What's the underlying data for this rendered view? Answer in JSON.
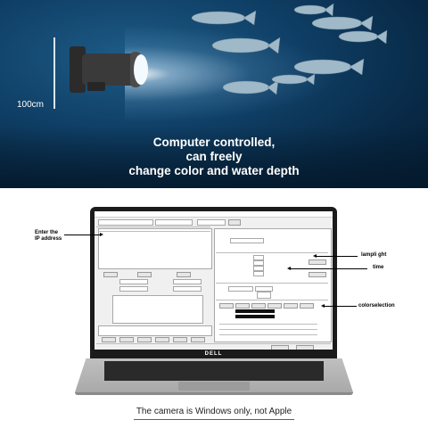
{
  "banner": {
    "depth_label": "100cm",
    "headline_lines": [
      "Computer controlled,",
      "can freely",
      "change color and water depth"
    ]
  },
  "laptop": {
    "brand": "DELL"
  },
  "callouts": {
    "ip": [
      "Enter the",
      "IP address"
    ],
    "lamplight": "lampli ght",
    "time": "time",
    "color": "colorselection"
  },
  "footer": {
    "note": "The camera is Windows only, not Apple"
  },
  "colors": {
    "water": "#0f3f66",
    "accent_rule": "#c0392b"
  }
}
